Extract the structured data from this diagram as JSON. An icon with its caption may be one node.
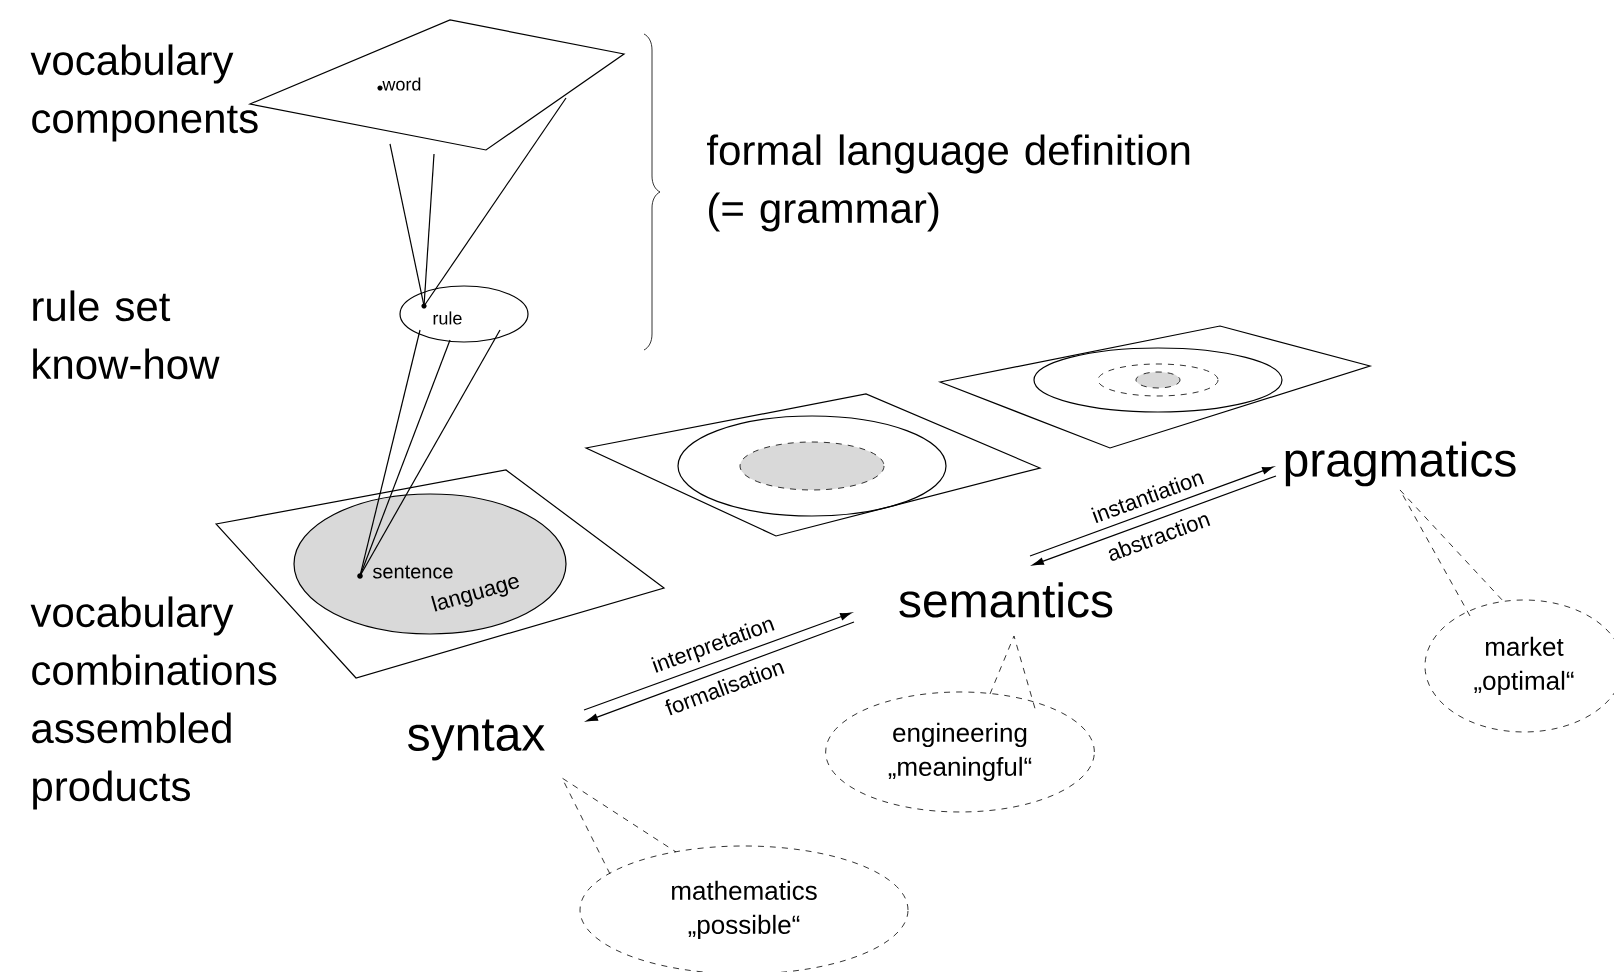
{
  "diagram": {
    "nodes": [
      {
        "text": [
          "word"
        ]
      },
      {
        "text": [
          "rule"
        ]
      },
      {
        "text": [
          "sentence",
          "language"
        ]
      },
      {
        "text": [
          "syntax"
        ]
      },
      {
        "text": [
          "semantics"
        ]
      },
      {
        "text": [
          "pragmatics"
        ]
      },
      {
        "text": [
          "mathematics „possible“"
        ]
      },
      {
        "text": [
          "engineering „meaningful“"
        ]
      },
      {
        "text": [
          "market „optimal“"
        ]
      }
    ],
    "edges": [
      {
        "from": 0,
        "to": 1,
        "arrow": "none"
      },
      {
        "from": 0,
        "to": 1,
        "arrow": "none"
      },
      {
        "from": 0,
        "to": 1,
        "arrow": "none"
      },
      {
        "from": 1,
        "to": 2,
        "arrow": "none"
      },
      {
        "from": 1,
        "to": 2,
        "arrow": "none"
      },
      {
        "from": 1,
        "to": 2,
        "arrow": "none"
      },
      {
        "from": 3,
        "to": 4,
        "arrow": "to",
        "label": "interpretation"
      },
      {
        "from": 4,
        "to": 3,
        "arrow": "to",
        "label": "formalisation"
      },
      {
        "from": 4,
        "to": 5,
        "arrow": "to",
        "label": "instantiation"
      },
      {
        "from": 5,
        "to": 4,
        "arrow": "to",
        "label": "abstraction"
      }
    ],
    "labels": [
      "vocabulary components",
      "formal language definition (= grammar)",
      "rule set know-how",
      "vocabulary combinations assembled products"
    ]
  }
}
